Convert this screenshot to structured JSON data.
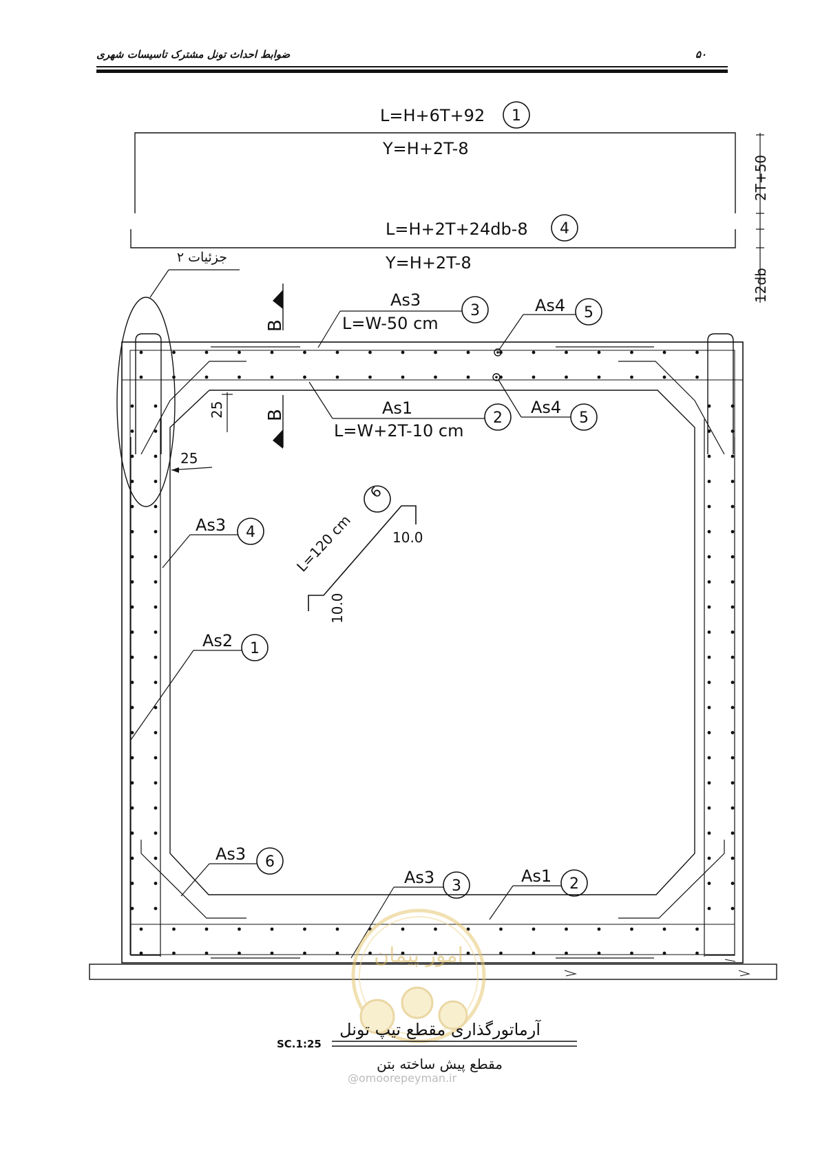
{
  "header": {
    "title": "ضوابط احداث تونل مشترک تاسیسات شهری",
    "page_number": "۵۰"
  },
  "bars": {
    "b1": {
      "formula": "L=H+6T+92",
      "num": "1"
    },
    "b1_y": "Y=H+2T-8",
    "b4": {
      "formula": "L=H+2T+24db-8",
      "num": "4"
    },
    "b4_y": "Y=H+2T-8",
    "dim_2t50": "2T+50",
    "dim_12db": "12db"
  },
  "section": {
    "detail_label": "جزئیات ۲",
    "section_mark": "B",
    "top_as3": {
      "label": "As3",
      "length": "L=W-50  cm",
      "num": "3"
    },
    "top_as4": {
      "label": "As4",
      "num": "5"
    },
    "mid_as1": {
      "label": "As1",
      "length": "L=W+2T-10  cm",
      "num": "2"
    },
    "mid_as4": {
      "label": "As4",
      "num": "5"
    },
    "dim_25_v": "25",
    "dim_25_h": "25",
    "wall_as3": {
      "label": "As3",
      "num": "4"
    },
    "wall_as2": {
      "label": "As2",
      "num": "1"
    },
    "hair": {
      "length": "L=120  cm",
      "num": "6",
      "hook1": "10.0",
      "hook2": "10.0"
    },
    "bot_as3_left": {
      "label": "As3",
      "num": "6"
    },
    "bot_as3": {
      "label": "As3",
      "num": "3"
    },
    "bot_as1": {
      "label": "As1",
      "num": "2"
    }
  },
  "caption": {
    "title": "آرماتورگذاری مقطع تیپ تونل",
    "scale": "SC.1:25",
    "subtitle": "مقطع پیش ساخته بتن"
  },
  "watermark": {
    "url": "@omoorepeyman.ir",
    "logo_text": "امور پیمان"
  }
}
